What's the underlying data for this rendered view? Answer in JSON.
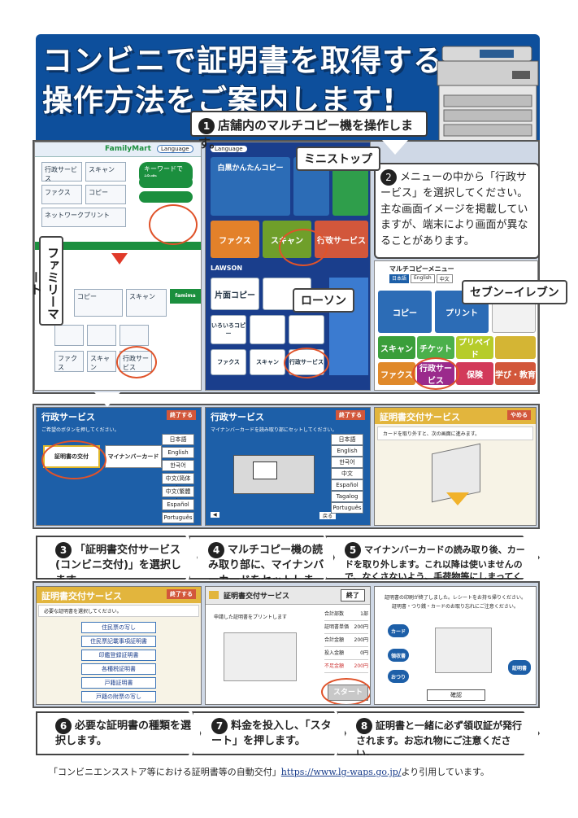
{
  "title": {
    "line1": "コンビニで証明書を取得する",
    "line2": "操作方法をご案内します!"
  },
  "steps": [
    {
      "num": "1",
      "text": "店舗内のマルチコピー機を操作します。"
    },
    {
      "num": "2",
      "text": "メニューの中から「行政サービス」を選択してください。主な画面イメージを掲載していますが、端末により画面が異なることがあります。"
    },
    {
      "num": "3",
      "text": "「証明書交付サービス(コンビニ交付)」を選択します。"
    },
    {
      "num": "4",
      "text": "マルチコピー機の読み取り部に、マイナンバーカードをセットします。"
    },
    {
      "num": "5",
      "text": "マイナンバーカードの読み取り後、カードを取り外します。これ以降は使いませんので、なくさないよう、手荷物等にしまってください。"
    },
    {
      "num": "6",
      "text": "必要な証明書の種類を選択します。"
    },
    {
      "num": "7",
      "text": "料金を投入し、「スタート」を押します。"
    },
    {
      "num": "8",
      "text": "証明書と一緒に必ず領収証が発行されます。お忘れ物にご注意ください。"
    }
  ],
  "stores": {
    "familymart": "ファミリーマート",
    "ministop": "ミニストップ",
    "lawson": "ローソン",
    "seven": "セブン−イレブン"
  },
  "fm_screen": {
    "brand": "FamilyMart",
    "language": "Language",
    "search": "キーワードで検索",
    "items": [
      "行政サービス",
      "スキャン",
      "ファクス",
      "コピー",
      "ネットワークプリント"
    ],
    "print": "famima PRINT"
  },
  "lawson_screen": {
    "language": "Language",
    "copy": "白黒かんたんコピー",
    "tiles": [
      "ファクス",
      "スキャン",
      "行政サービス"
    ],
    "brand": "LAWSON",
    "bottom": [
      "片面コピー",
      "いろいろコピー",
      "ファクス",
      "スキャン",
      "行政サービス"
    ]
  },
  "seven_screen": {
    "title": "マルチコピーメニュー",
    "lang": [
      "日本語",
      "English",
      "中文"
    ],
    "tiles": [
      "コピー",
      "プリント",
      "スキャン",
      "チケット",
      "プリペイド",
      "行政サービス",
      "保険",
      "学び・教育",
      "ファクス"
    ]
  },
  "screen_a": {
    "header": "行政サービス",
    "end": "終了する",
    "prompt": "ご希望のボタンを押してください。",
    "option1": "証明書の交付",
    "option2": "マイナンバーカード",
    "langs": [
      "日本語",
      "English",
      "한국어",
      "中文(简体字)",
      "中文(繁體字)",
      "Español",
      "Português"
    ]
  },
  "screen_b": {
    "header": "行政サービス",
    "end": "終了する",
    "prompt": "マイナンバーカードを読み取り部にセットしてください。",
    "langs": [
      "日本語",
      "English",
      "한국어",
      "中文",
      "Español",
      "Tagalog",
      "Português"
    ],
    "back": "戻る"
  },
  "screen_c": {
    "header": "証明書交付サービス",
    "end": "やめる",
    "prompt": "カードを取り外すと、次の画面に進みます。"
  },
  "screen_d": {
    "header": "証明書交付サービス",
    "end": "終了する",
    "prompt": "必要な証明書を選択してください。",
    "docs": [
      "住民票の写し",
      "住民票記載事項証明書",
      "印鑑登録証明書",
      "各種税証明書",
      "戸籍証明書",
      "戸籍の附票の写し"
    ]
  },
  "screen_e": {
    "header": "証明書交付サービス",
    "end": "終了",
    "prompt": "申請した証明書をプリントします",
    "fees": [
      {
        "label": "合計部数",
        "value": "1部"
      },
      {
        "label": "証明書単価",
        "value": "200円"
      },
      {
        "label": "合計金額",
        "value": "200円"
      },
      {
        "label": "投入金額",
        "value": "0円"
      },
      {
        "label": "不足金額",
        "value": "200円"
      }
    ],
    "start": "スタート"
  },
  "screen_f": {
    "msg1": "証明書の印刷が終了しました。レシートをお持ち帰りください。",
    "msg2": "証明書・つり銭・カードのお取り忘れにご注意ください。",
    "labels": [
      "カード",
      "領収書",
      "おつり",
      "証明書"
    ],
    "confirm": "確認"
  },
  "footer": {
    "before": "「コンビニエンスストア等における証明書等の自動交付」",
    "link": "https://www.lg-waps.go.jp/",
    "after": "より引用しています。"
  },
  "colors": {
    "navy": "#0d4f9c",
    "panel": "#cfd8e6",
    "lawson_blue": "#1a3e8c",
    "fm_green": "#1b8f3e",
    "highlight": "#e0532a",
    "seven_gov": "#9b2a8c"
  }
}
